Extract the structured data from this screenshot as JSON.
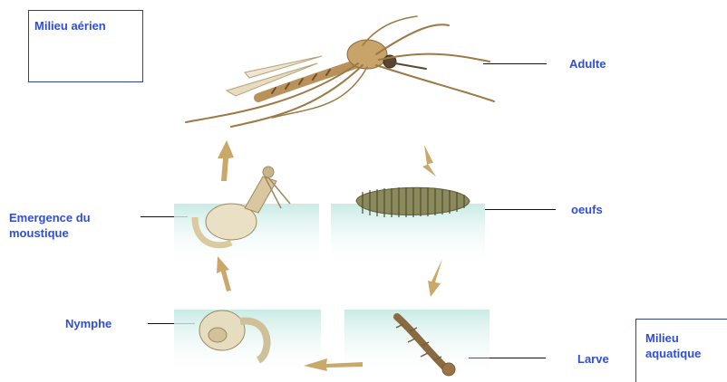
{
  "boxes": {
    "air": "Milieu aérien",
    "water": "Milieu aquatique"
  },
  "labels": {
    "adult": "Adulte",
    "eggs": "oeufs",
    "emergence": "Emergence du moustique",
    "pupa": "Nymphe",
    "larva": "Larve"
  },
  "colors": {
    "text": "#2e4ed8",
    "water": "#bfe3dc",
    "arrow": "#c9a86a",
    "mosquito": "#b8925a"
  }
}
